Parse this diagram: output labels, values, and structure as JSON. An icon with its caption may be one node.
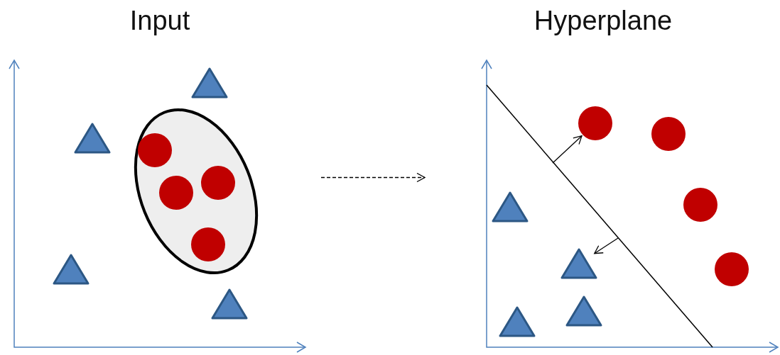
{
  "diagram": {
    "nodes": [
      {
        "text": [
          "Input"
        ]
      },
      {
        "text": [
          "Hyperplane"
        ]
      },
      {
        "text": [],
        "shape": "circle",
        "in": 1
      },
      {
        "text": [],
        "shape": "circle",
        "in": 1
      },
      {
        "text": [],
        "shape": "circle",
        "in": 1
      },
      {
        "text": [],
        "shape": "circle",
        "in": 1
      },
      {
        "text": [],
        "shape": "triangle",
        "in": 1
      },
      {
        "text": [],
        "shape": "triangle",
        "in": 1
      },
      {
        "text": [],
        "shape": "triangle",
        "in": 1
      },
      {
        "text": [],
        "shape": "triangle",
        "in": 1
      }
    ],
    "edges": [
      {
        "from": 0,
        "to": 1,
        "arrow": "to",
        "style": "dashed"
      },
      {
        "from": null,
        "to": 2,
        "arrow": "to"
      },
      {
        "from": null,
        "to": 7,
        "arrow": "to"
      }
    ]
  }
}
